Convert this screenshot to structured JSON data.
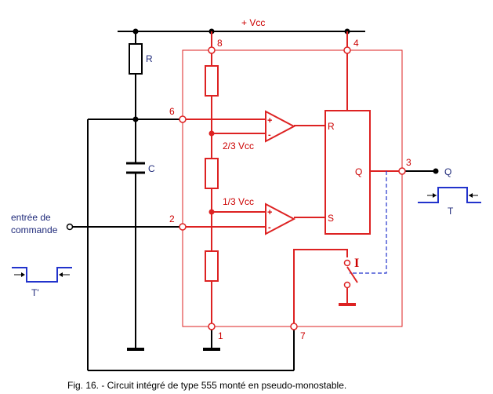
{
  "colors": {
    "ic_red": "#dd2222",
    "wire_black": "#000000",
    "signal_blue": "#2233cc",
    "text_blue": "#1f2a7a"
  },
  "labels": {
    "vcc": "+ Vcc",
    "resistor_ext": "R",
    "capacitor_ext": "C",
    "input_line1": "entrée de",
    "input_line2": "commande",
    "output_q": "Q",
    "output_pulse": "T",
    "input_pulse": "T'",
    "two_thirds": "2/3 Vcc",
    "one_third": "1/3 Vcc",
    "flipflop_r": "R",
    "flipflop_s": "S",
    "flipflop_q": "Q",
    "switch_i": "I",
    "plus_sign": "+",
    "minus_sign": "-"
  },
  "pins": {
    "p8": "8",
    "p4": "4",
    "p6": "6",
    "p2": "2",
    "p3": "3",
    "p1": "1",
    "p7": "7"
  },
  "caption": "Fig. 16. - Circuit intégré de type 555 monté en pseudo-monostable."
}
